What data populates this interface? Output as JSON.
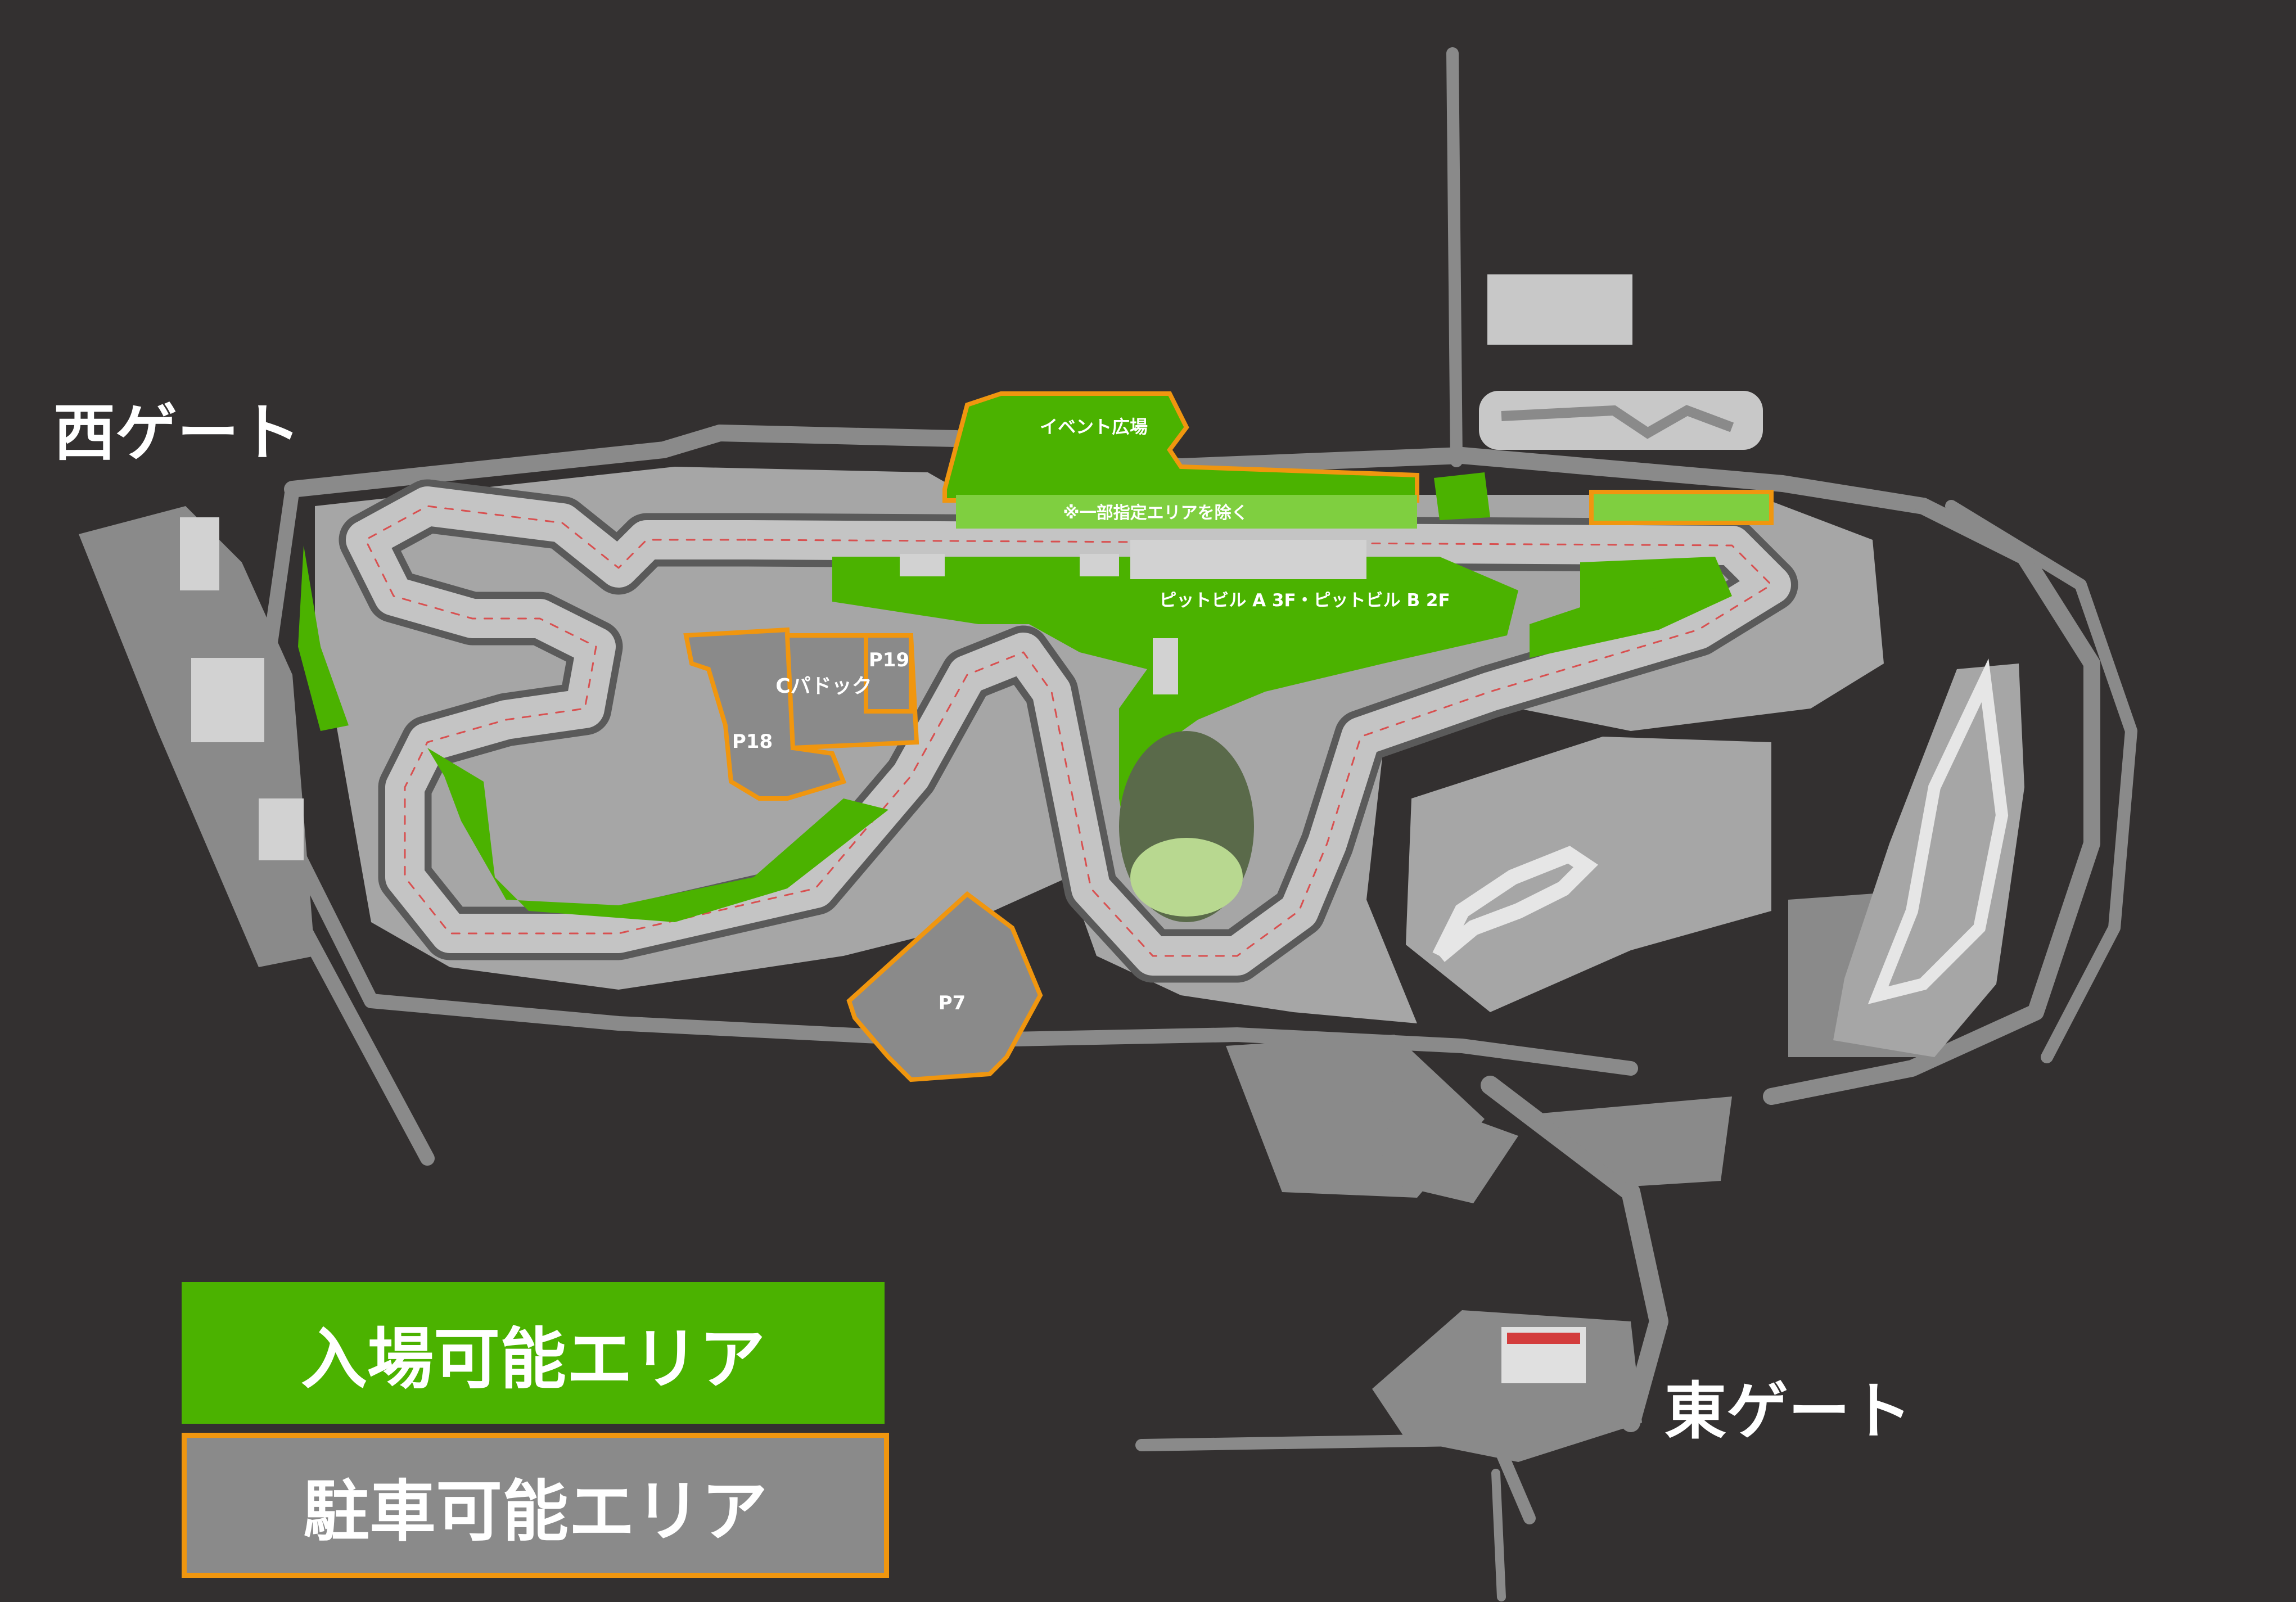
{
  "colors": {
    "background": "#333030",
    "road": "#8a8a8a",
    "paved_area": "#a6a6a6",
    "track_surface": "#b9b9b9",
    "entry_area": "#4bb200",
    "parking_outline": "#f0960f",
    "building": "#c8c8c8",
    "label_text": "#ffffff"
  },
  "gates": {
    "west": "西ゲート",
    "east": "東ゲート"
  },
  "areas": {
    "event_plaza": "イベント広場",
    "excluded_note": "※一部指定エリアを除く",
    "pit_building": "ピットビル A 3F・ピットビル B 2F",
    "c_paddock": "Cパドック"
  },
  "parking": {
    "p7": "P7",
    "p18": "P18",
    "p19": "P19"
  },
  "legend": {
    "entry_label": "入場可能エリア",
    "parking_label": "駐車可能エリア"
  }
}
